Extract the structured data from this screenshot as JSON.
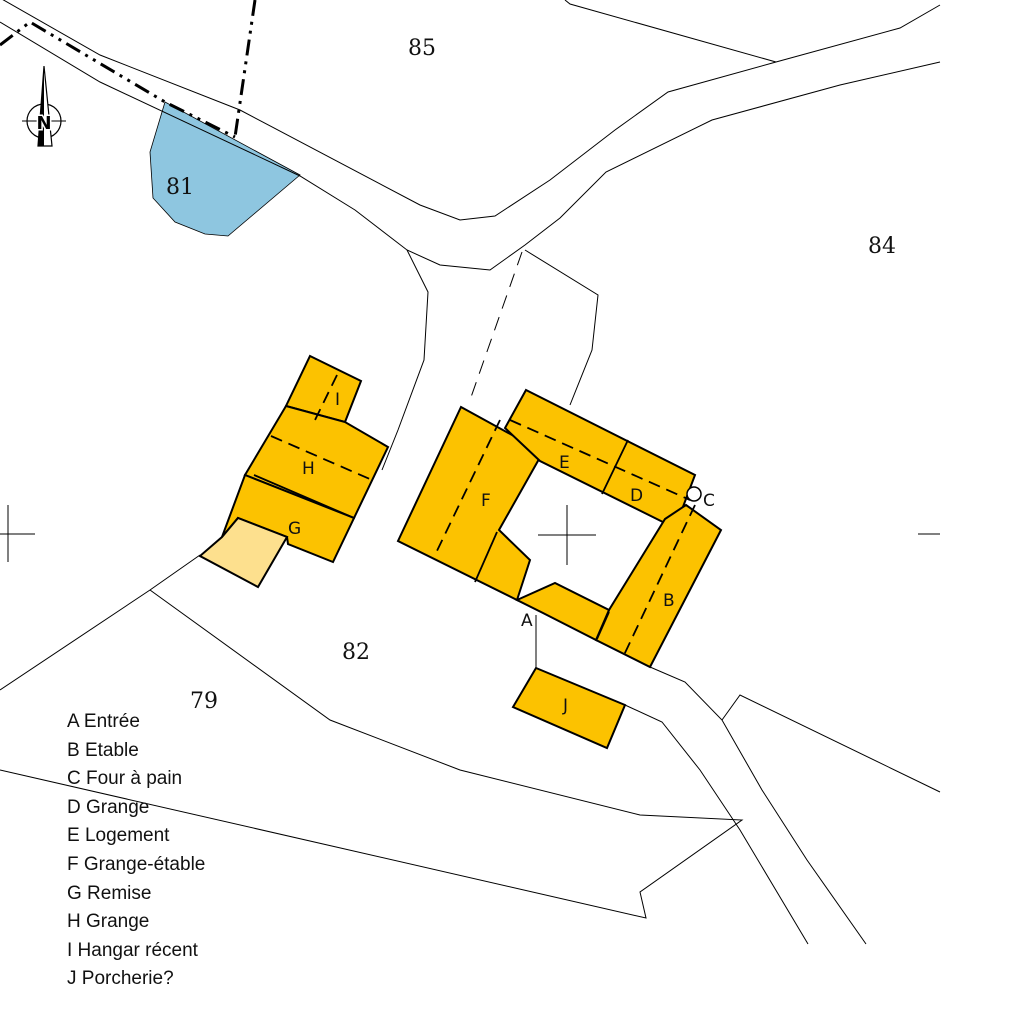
{
  "colors": {
    "building": "#fcc200",
    "building_light": "#fde08e",
    "water": "#8ec6e0",
    "line": "#000000"
  },
  "icons": {
    "north_arrow": "north-arrow-icon",
    "north_letter": "N"
  },
  "parcels": {
    "p85": "85",
    "p84": "84",
    "p81": "81",
    "p82": "82",
    "p79": "79"
  },
  "buildings": {
    "A": "A",
    "B": "B",
    "C": "C",
    "D": "D",
    "E": "E",
    "F": "F",
    "G": "G",
    "H": "H",
    "I": "I",
    "J": "J"
  },
  "legend": [
    "A Entrée",
    "B Etable",
    "C Four à pain",
    "D Grange",
    "E Logement",
    "F Grange-étable",
    "G Remise",
    "H Grange",
    "I Hangar récent",
    "J Porcherie?"
  ]
}
